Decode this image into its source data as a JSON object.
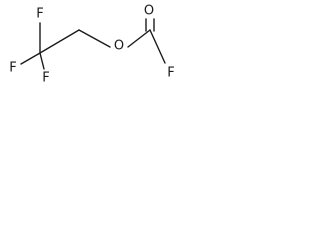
{
  "molecule": {
    "atoms": {
      "f_top": "F",
      "f_left": "F",
      "f_bottom": "F",
      "o_ester": "O",
      "o_carbonyl": "O",
      "f_acyl": "F"
    },
    "colors": {
      "bond": "#1a1a1a",
      "label": "#1a1a1a",
      "background": "#ffffff"
    }
  }
}
